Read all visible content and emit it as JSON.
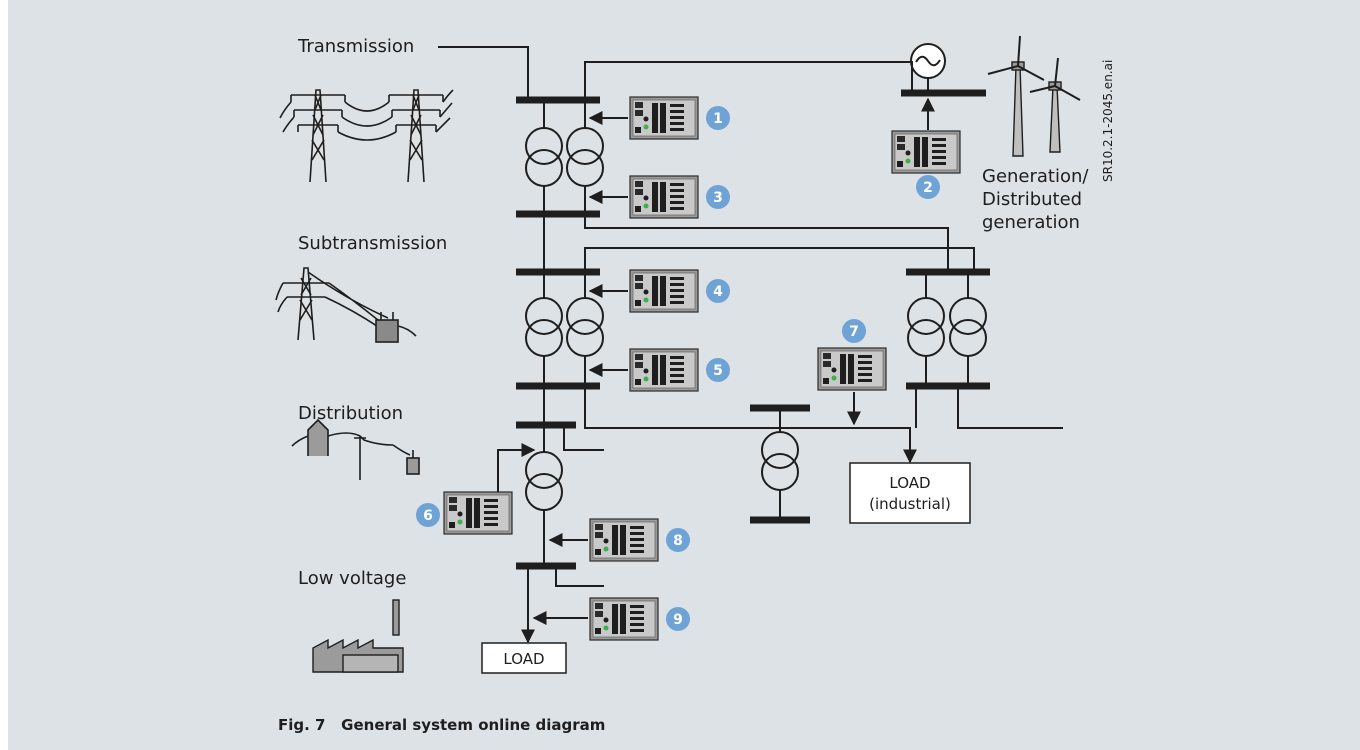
{
  "labels": {
    "transmission": "Transmission",
    "subtransmission": "Subtransmission",
    "distribution": "Distribution",
    "low_voltage": "Low voltage",
    "generation_line1": "Generation/",
    "generation_line2": "Distributed",
    "generation_line3": "generation",
    "file_id": "SR10.2.1-2045.en.ai",
    "load": "LOAD",
    "load_industrial_line1": "LOAD",
    "load_industrial_line2": "(industrial)"
  },
  "badges": [
    "1",
    "2",
    "3",
    "4",
    "5",
    "6",
    "7",
    "8",
    "9"
  ],
  "caption": "Fig. 7   General system online diagram",
  "colors": {
    "background": "#dde2e6",
    "line": "#1e1e1e",
    "badge": "#6fa3d6",
    "relay_body": "#9b9b9b"
  }
}
